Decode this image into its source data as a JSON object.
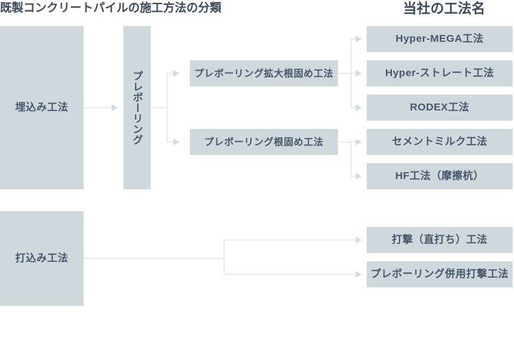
{
  "titles": {
    "left": "既製コンクリートパイルの施工方法の分類",
    "right": "当社の工法名"
  },
  "colors": {
    "background": "#ffffff",
    "box_fill": "#ced8dd",
    "box_text": "#47566a",
    "title_text": "#3c4a5a",
    "connector": "#dce3e9",
    "connector_arrow": "#d4dce3"
  },
  "flowchart": {
    "installation_categories": [
      {
        "label": "埋込み工法"
      },
      {
        "label": "打込み工法"
      }
    ],
    "preboring": {
      "label": "プレボーリング"
    },
    "intermediate_methods": [
      {
        "label": "プレボーリング拡大根固め工法"
      },
      {
        "label": "プレボーリング根固め工法"
      }
    ],
    "company_methods": [
      {
        "label": "Hyper-MEGA工法"
      },
      {
        "label": "Hyper-ストレート工法"
      },
      {
        "label": "RODEX工法"
      },
      {
        "label": "セメントミルク工法"
      },
      {
        "label": "HF工法（摩擦杭）"
      },
      {
        "label": "打撃（直打ち）工法"
      },
      {
        "label": "プレボーリング併用打撃工法"
      }
    ]
  }
}
